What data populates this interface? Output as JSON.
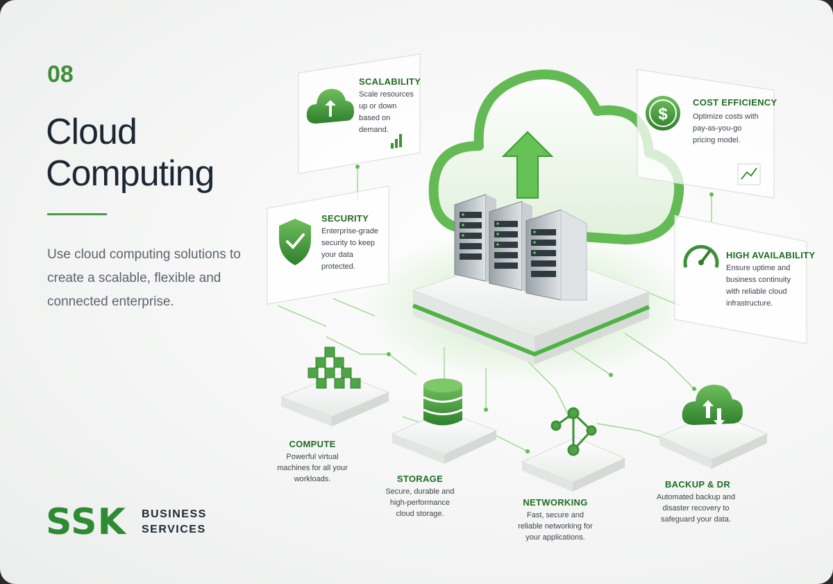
{
  "slide": {
    "number": "08",
    "title_line1": "Cloud",
    "title_line2": "Computing",
    "description": "Use cloud computing solutions to create a scalable, flexible and connected enterprise."
  },
  "logo": {
    "mark": "SSK",
    "line1": "BUSINESS",
    "line2": "SERVICES"
  },
  "cards": {
    "scalability": {
      "title": "SCALABILITY",
      "body": "Scale resources up or down based on demand.",
      "icon": "cloud-upload-icon"
    },
    "security": {
      "title": "SECURITY",
      "body": "Enterprise-grade security to keep your data protected.",
      "icon": "shield-check-icon"
    },
    "cost_efficiency": {
      "title": "COST EFFICIENCY",
      "body": "Optimize costs with pay-as-you-go pricing model.",
      "icon": "dollar-coin-icon"
    },
    "high_availability": {
      "title": "HIGH AVAILABILITY",
      "body": "Ensure uptime and business continuity with reliable cloud infrastructure.",
      "icon": "gauge-icon"
    }
  },
  "features": {
    "compute": {
      "title": "COMPUTE",
      "body": "Powerful virtual machines for all your workloads.",
      "icon": "cubes-icon"
    },
    "storage": {
      "title": "STORAGE",
      "body": "Secure, durable and high-performance cloud storage.",
      "icon": "database-icon"
    },
    "networking": {
      "title": "NETWORKING",
      "body": "Fast, secure and reliable networking for your applications.",
      "icon": "network-nodes-icon"
    },
    "backup": {
      "title": "BACKUP & DR",
      "body": "Automated backup and disaster recovery to safeguard your data.",
      "icon": "cloud-sync-icon"
    }
  },
  "colors": {
    "accent": "#3f8f3a",
    "accent_dark": "#1f6b23",
    "text_dark": "#1c2733",
    "text_muted": "#5b6470"
  }
}
